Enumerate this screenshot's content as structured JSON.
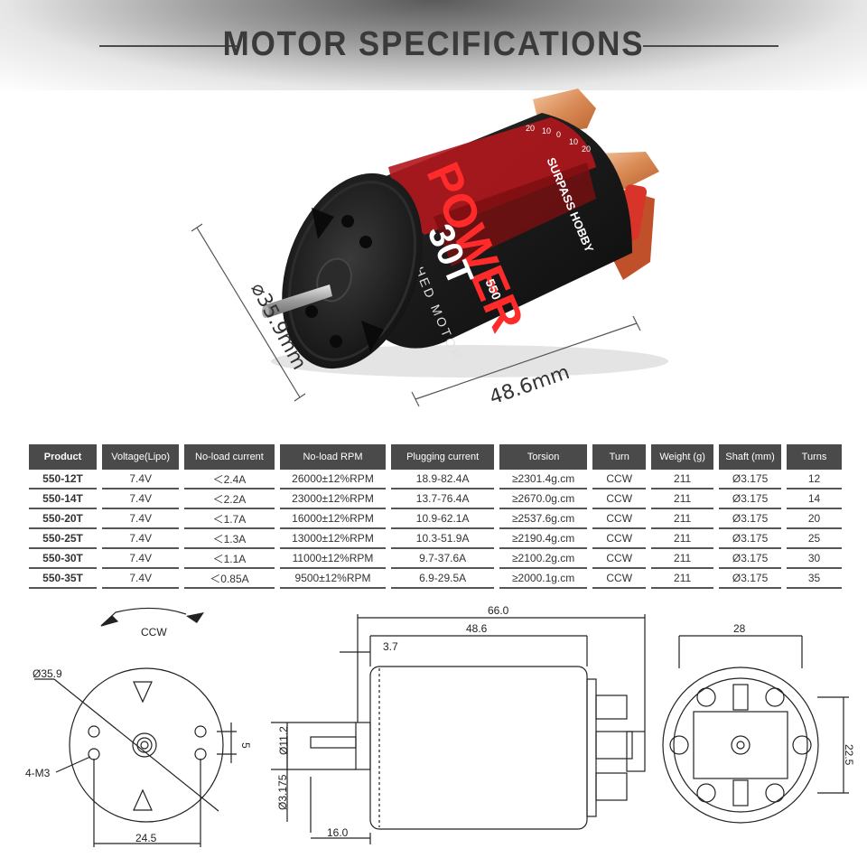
{
  "header": {
    "title": "MOTOR SPECIFICATIONS"
  },
  "photo": {
    "brand_text": "SURPASS HOBBY",
    "model_text_1": "POWER",
    "model_text_2": "30T",
    "size_text": "550",
    "type_text": "BRUSHED MOTOR",
    "timing_marks": [
      "20",
      "10",
      "0",
      "10",
      "20"
    ],
    "diameter_label": "⌀35.9mm",
    "length_label": "48.6mm"
  },
  "table": {
    "headers": [
      "Product",
      "Voltage(Lipo)",
      "No-load current",
      "No-load RPM",
      "Plugging current",
      "Torsion",
      "Turn",
      "Weight (g)",
      "Shaft (mm)",
      "Turns"
    ],
    "rows": [
      [
        "550-12T",
        "7.4V",
        "＜2.4A",
        "26000±12%RPM",
        "18.9-82.4A",
        "≥2301.4g.cm",
        "CCW",
        "211",
        "Ø3.175",
        "12"
      ],
      [
        "550-14T",
        "7.4V",
        "＜2.2A",
        "23000±12%RPM",
        "13.7-76.4A",
        "≥2670.0g.cm",
        "CCW",
        "211",
        "Ø3.175",
        "14"
      ],
      [
        "550-20T",
        "7.4V",
        "＜1.7A",
        "16000±12%RPM",
        "10.9-62.1A",
        "≥2537.6g.cm",
        "CCW",
        "211",
        "Ø3.175",
        "20"
      ],
      [
        "550-25T",
        "7.4V",
        "＜1.3A",
        "13000±12%RPM",
        "10.3-51.9A",
        "≥2190.4g.cm",
        "CCW",
        "211",
        "Ø3.175",
        "25"
      ],
      [
        "550-30T",
        "7.4V",
        "＜1.1A",
        "11000±12%RPM",
        "9.7-37.6A",
        "≥2100.2g.cm",
        "CCW",
        "211",
        "Ø3.175",
        "30"
      ],
      [
        "550-35T",
        "7.4V",
        "＜0.85A",
        "9500±12%RPM",
        "6.9-29.5A",
        "≥2000.1g.cm",
        "CCW",
        "211",
        "Ø3.175",
        "35"
      ]
    ]
  },
  "front_view": {
    "rotation": "CCW",
    "diameter": "Ø35.9",
    "holes": "4-M3",
    "hole_spacing_h": "24.5",
    "hole_spacing_v": "5"
  },
  "side_view": {
    "overall_length": "66.0",
    "body_length": "48.6",
    "boss_length": "3.7",
    "shaft_length": "16.0",
    "boss_diameter": "Ø11.2",
    "shaft_diameter": "Ø3.175"
  },
  "rear_view": {
    "width": "28",
    "height": "22.5"
  }
}
